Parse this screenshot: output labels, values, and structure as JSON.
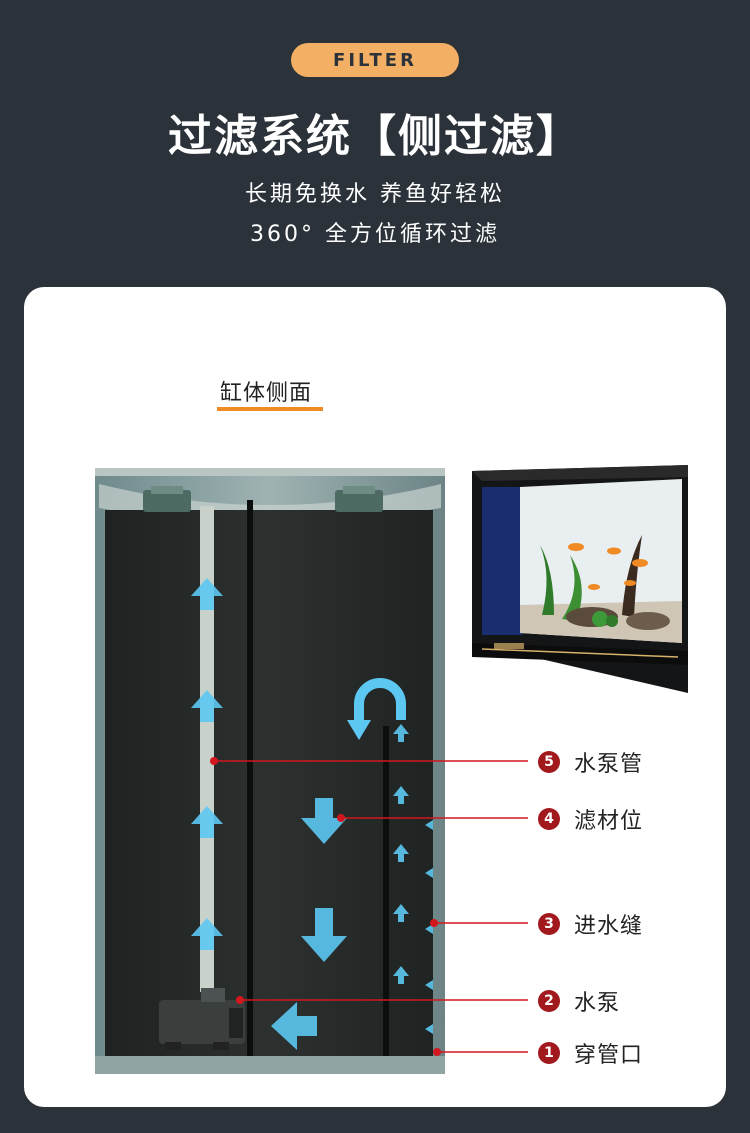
{
  "header": {
    "badge": "FILTER",
    "title": "过滤系统【侧过滤】",
    "subtitle1": "长期免换水 养鱼好轻松",
    "subtitle2": "360° 全方位循环过滤"
  },
  "section": {
    "title": "缸体侧面"
  },
  "callouts": [
    {
      "num": "5",
      "label": "水泵管"
    },
    {
      "num": "4",
      "label": "滤材位"
    },
    {
      "num": "3",
      "label": "进水缝"
    },
    {
      "num": "2",
      "label": "水泵"
    },
    {
      "num": "1",
      "label": "穿管口"
    }
  ],
  "colors": {
    "background": "#2b3239",
    "accent_orange": "#f08a24",
    "badge_orange": "#f3b064",
    "flow_arrow": "#5cc8f2",
    "callout_red": "#a1181d"
  }
}
